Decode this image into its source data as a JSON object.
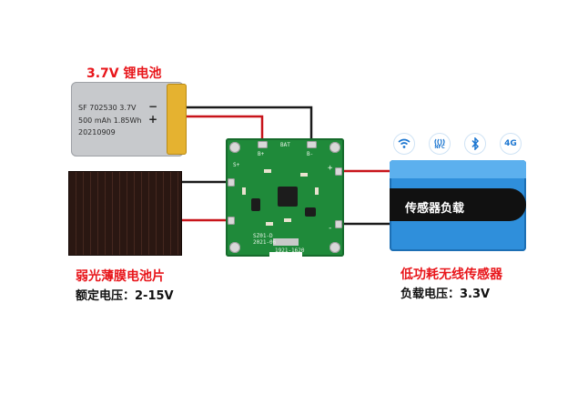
{
  "battery": {
    "title": "3.7V 锂电池",
    "line1": "SF 702530 3.7V",
    "line2": "500 mAh 1.85Wh",
    "line3": "20210909",
    "minus": "−",
    "plus": "+"
  },
  "solar": {
    "title": "弱光薄膜电池片",
    "rated_voltage": "额定电压：2-15V"
  },
  "pcb": {
    "b_plus": "B+",
    "b_minus": "B-",
    "bat_mark": "BAT",
    "plus_mark": "+",
    "minus_mark": "-",
    "s_mark": "S+",
    "code1": "SZ01-D",
    "code2": "2021-06",
    "code3": "1921-1620"
  },
  "sensor": {
    "label": "传感器负载",
    "title": "低功耗无线传感器",
    "load_voltage": "负载电压：3.3V",
    "icons": [
      "wifi-icon",
      "nfc-icon",
      "bluetooth-icon",
      "4g-icon"
    ],
    "icon_texts": {
      "nfc": "NFC",
      "fourg": "4G"
    }
  },
  "colors": {
    "label_red": "#e8161b",
    "wire_red": "#c8141a",
    "wire_black": "#1a1a1a",
    "pcb_green": "#1f8a3a",
    "sensor_blue": "#2f8fdb",
    "battery_gold": "#e5b230"
  }
}
